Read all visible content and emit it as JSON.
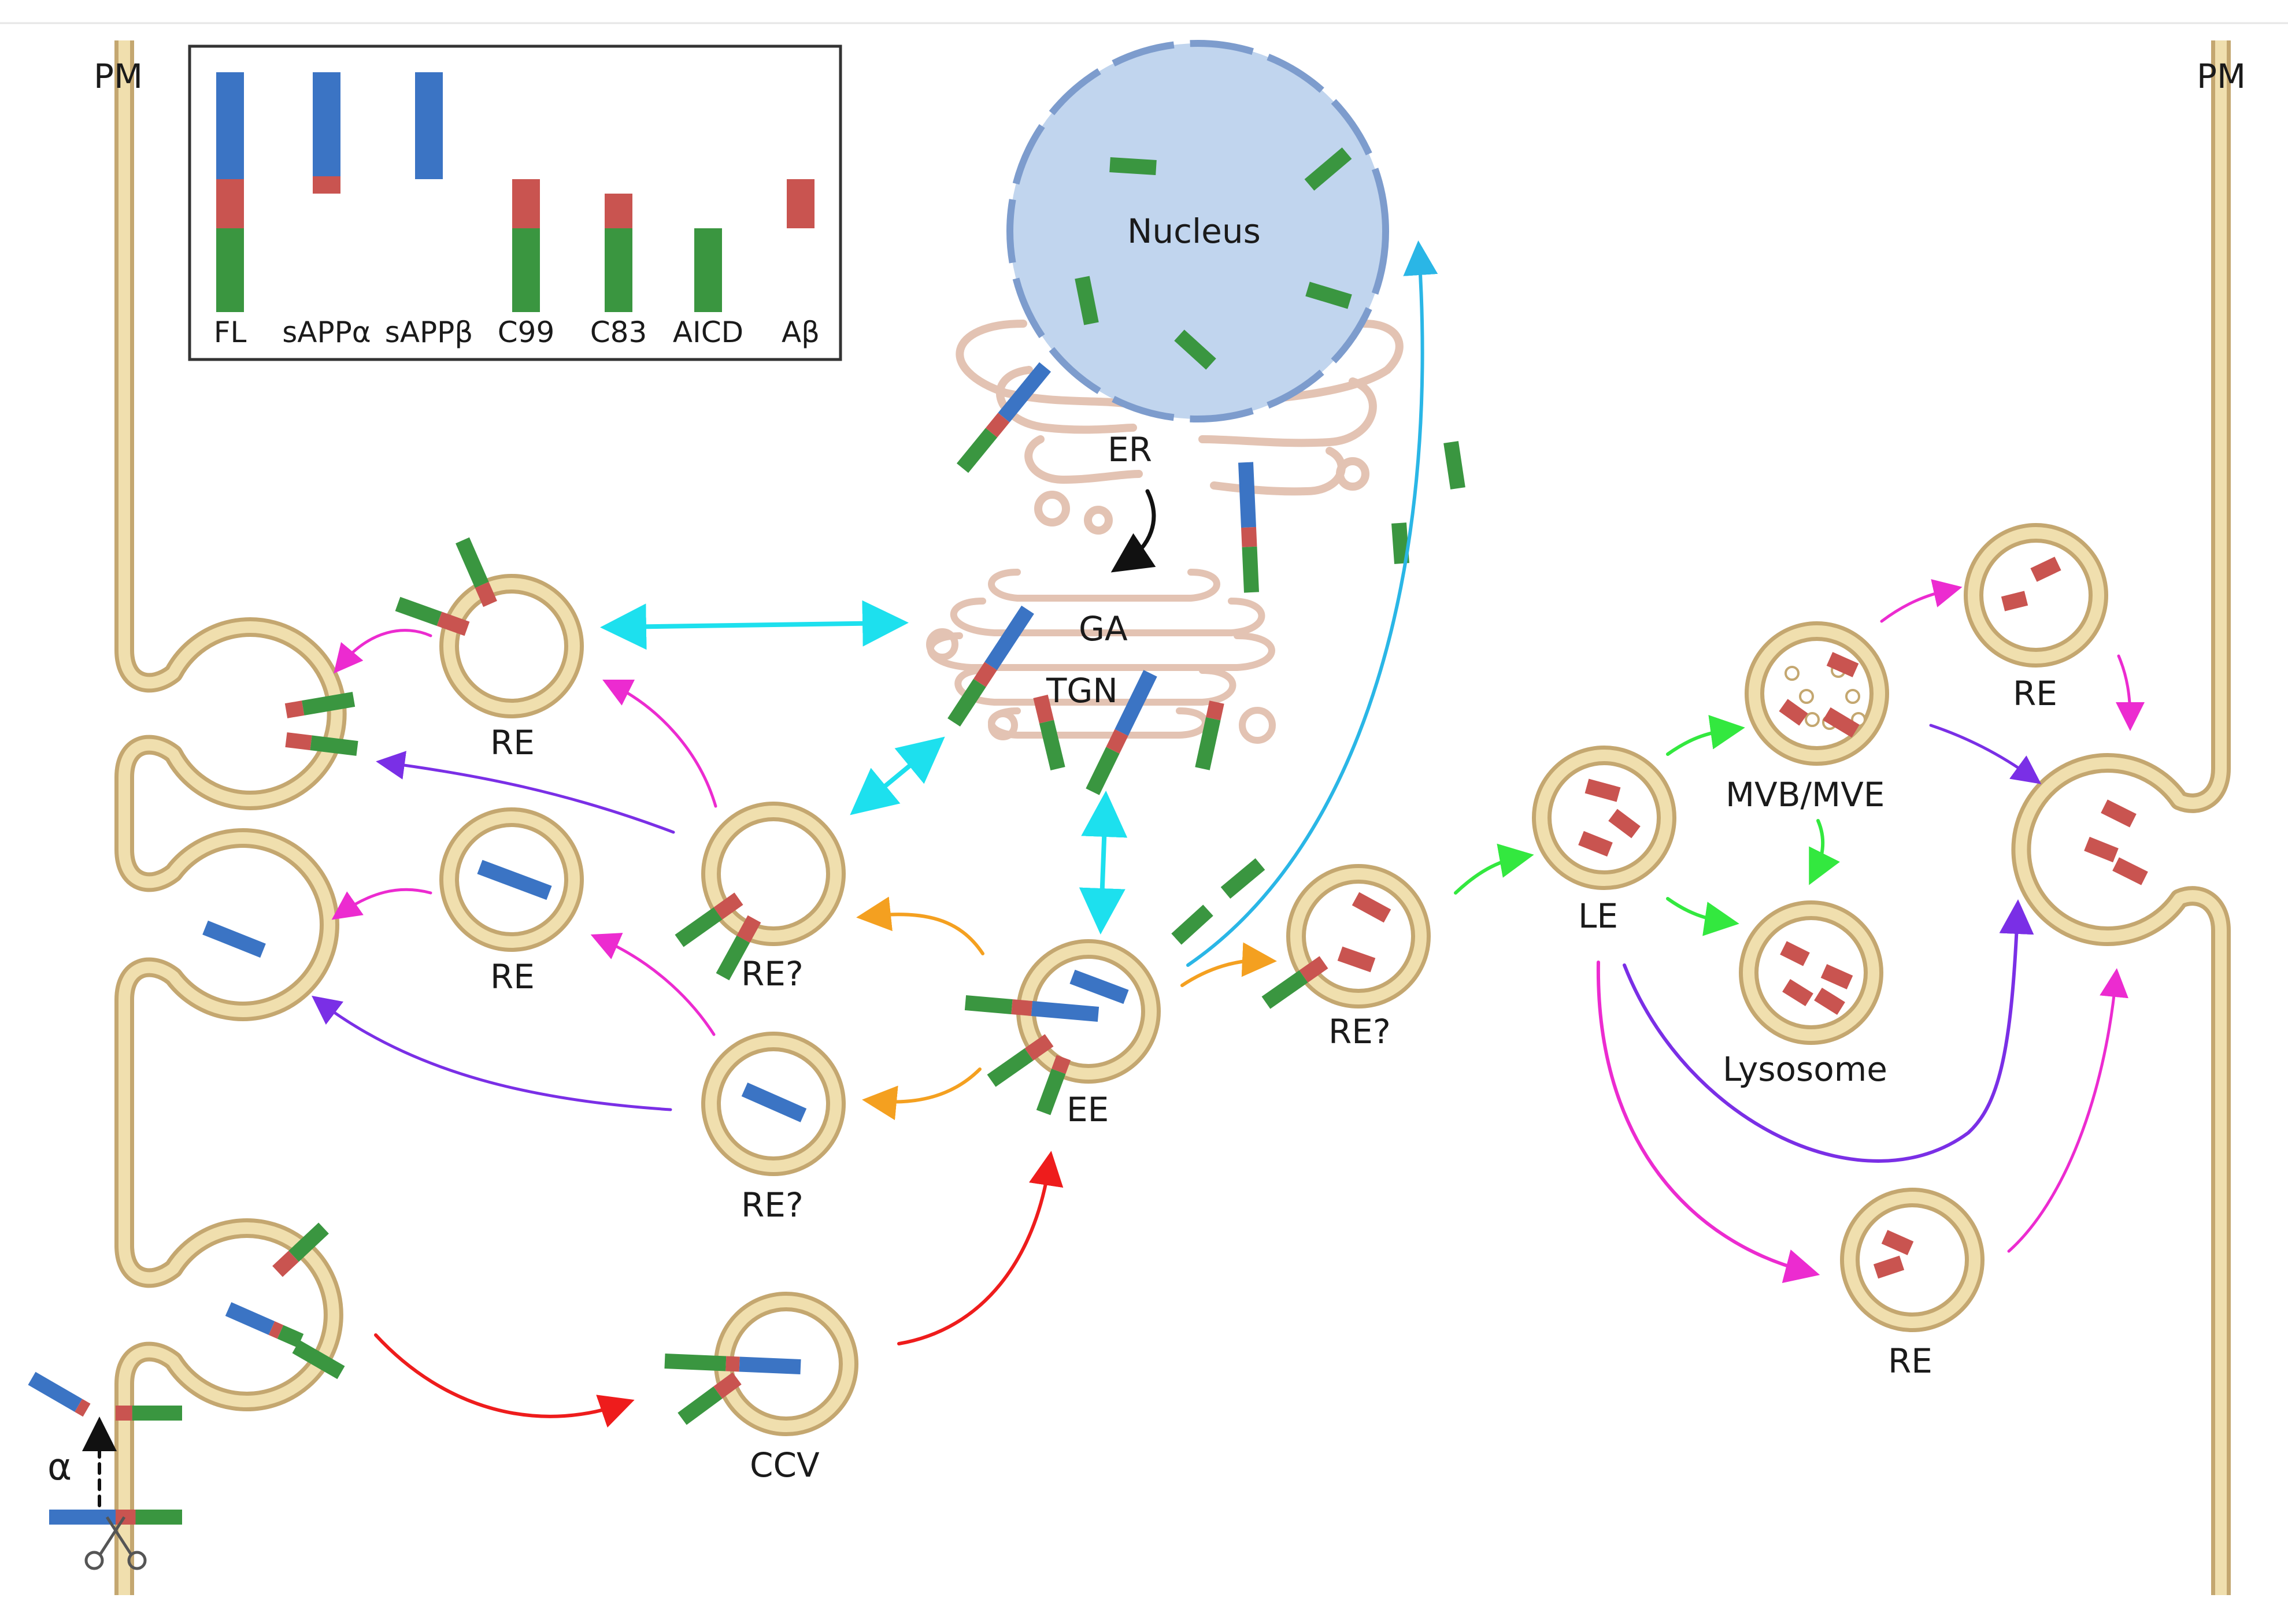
{
  "colors": {
    "blue": "#3b74c4",
    "red": "#c95450",
    "green": "#3a9640",
    "membrane_fill": "#f0dfae",
    "membrane_stroke": "#c4a770",
    "er_stroke": "#e3c3b3",
    "nucleus_fill": "#c1d5ee",
    "nucleus_stroke": "#7d9ccd",
    "cyan": "#1de0ee",
    "sky": "#2ab6e6",
    "magenta": "#ec2bd0",
    "violet": "#7a2fe6",
    "orange": "#f4a020",
    "green_arrow": "#33e83f",
    "red_arrow": "#ee1c1c",
    "black": "#111111"
  },
  "legend": {
    "items": [
      {
        "label": "FL",
        "segments": [
          "blue",
          "red",
          "green"
        ]
      },
      {
        "label": "sAPPα",
        "segments": [
          "blue",
          "red"
        ]
      },
      {
        "label": "sAPPβ",
        "segments": [
          "blue"
        ]
      },
      {
        "label": "C99",
        "segments": [
          "red",
          "green"
        ]
      },
      {
        "label": "C83",
        "segments": [
          "red",
          "green"
        ]
      },
      {
        "label": "AICD",
        "segments": [
          "green"
        ]
      },
      {
        "label": "Aβ",
        "segments": [
          "red"
        ]
      }
    ]
  },
  "labels": {
    "pm_left": "PM",
    "pm_right": "PM",
    "nucleus": "Nucleus",
    "er": "ER",
    "ga": "GA",
    "tgn": "TGN",
    "re_upper": "RE",
    "re_middle": "RE",
    "re_q_upper": "RE?",
    "re_q_lower": "RE?",
    "ee": "EE",
    "ccv": "CCV",
    "re_q_right": "RE?",
    "le": "LE",
    "mvb": "MVB/MVE",
    "lysosome": "Lysosome",
    "re_top_right": "RE",
    "re_bottom_right": "RE",
    "alpha": "α"
  },
  "icons": {
    "scissors": "scissors-icon"
  }
}
